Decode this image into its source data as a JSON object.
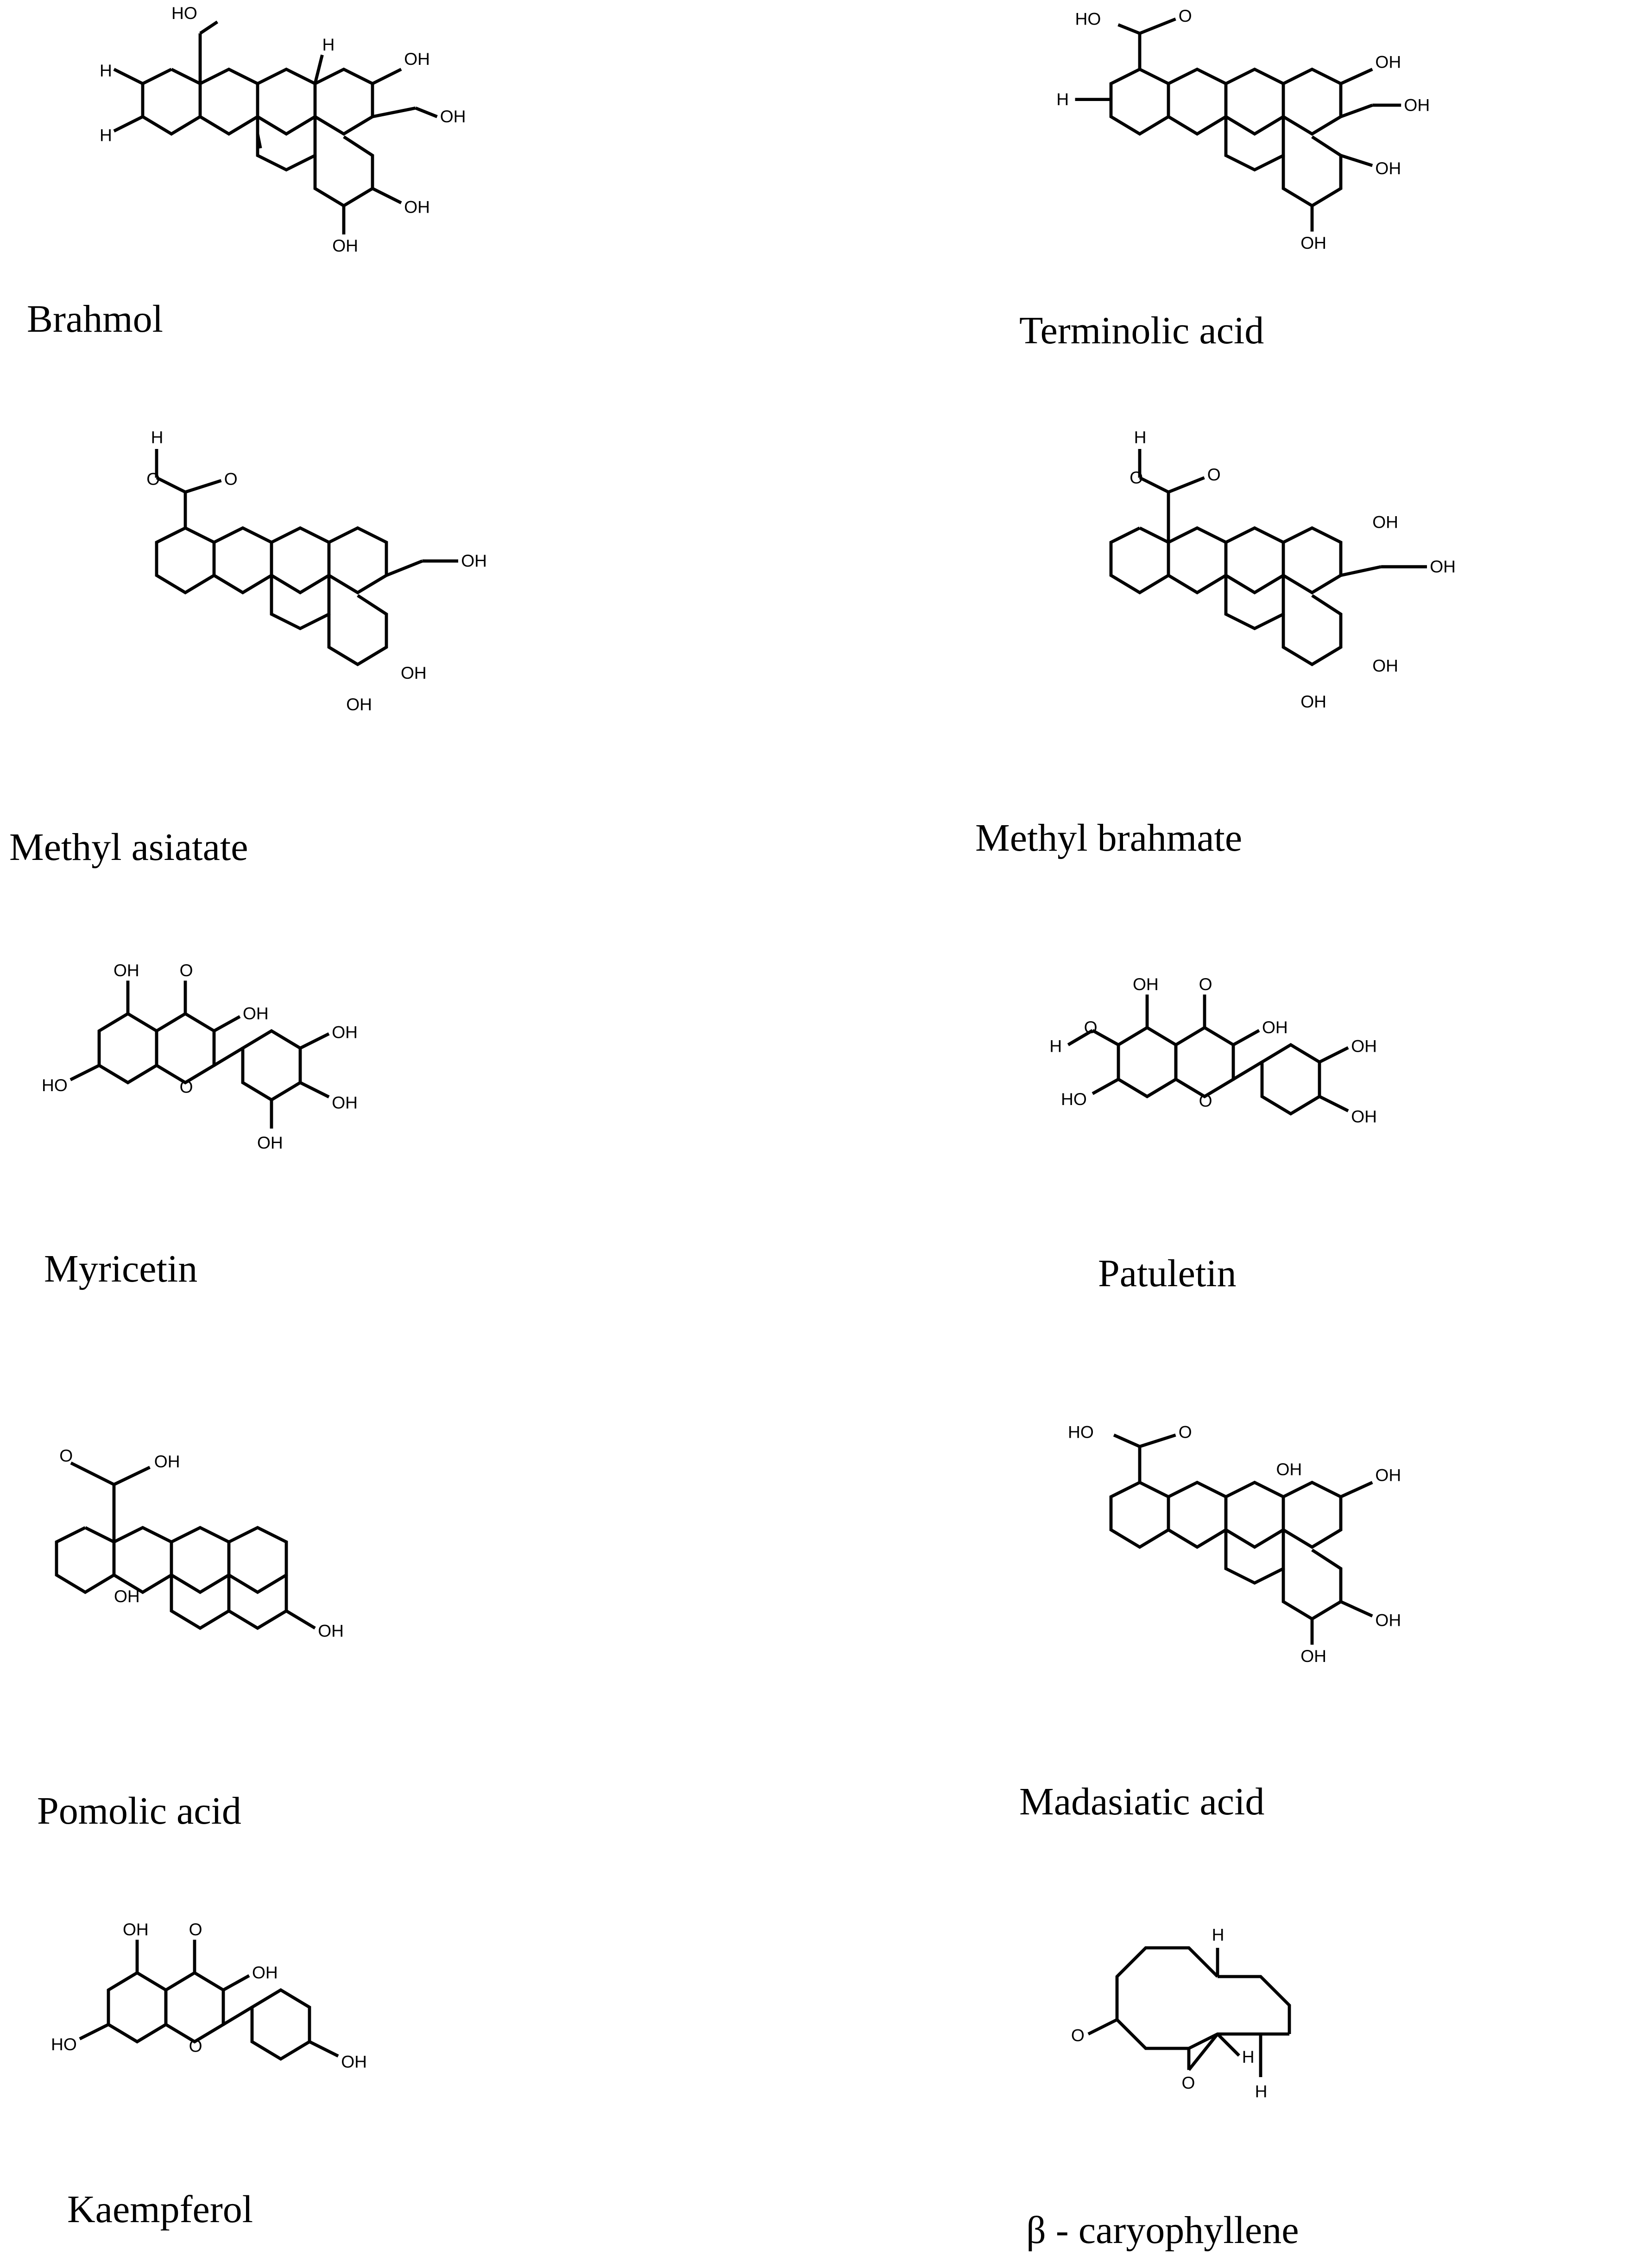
{
  "compounds": [
    {
      "id": "brahmol",
      "name": "Brahmol"
    },
    {
      "id": "terminolic",
      "name": "Terminolic acid"
    },
    {
      "id": "methyl_asiatate",
      "name": "Methyl asiatate"
    },
    {
      "id": "methyl_brahmate",
      "name": "Methyl brahmate"
    },
    {
      "id": "myricetin",
      "name": "Myricetin"
    },
    {
      "id": "patuletin",
      "name": "Patuletin"
    },
    {
      "id": "pomolic",
      "name": "Pomolic acid"
    },
    {
      "id": "madasiatic",
      "name": "Madasiatic acid"
    },
    {
      "id": "kaempferol",
      "name": "Kaempferol"
    },
    {
      "id": "caryophyllene",
      "name": "β - caryophyllene"
    }
  ],
  "atom_labels": {
    "hydroxyl": "OH",
    "hydroxyl_left": "HO",
    "hydrogen": "H",
    "oxygen": "O"
  }
}
